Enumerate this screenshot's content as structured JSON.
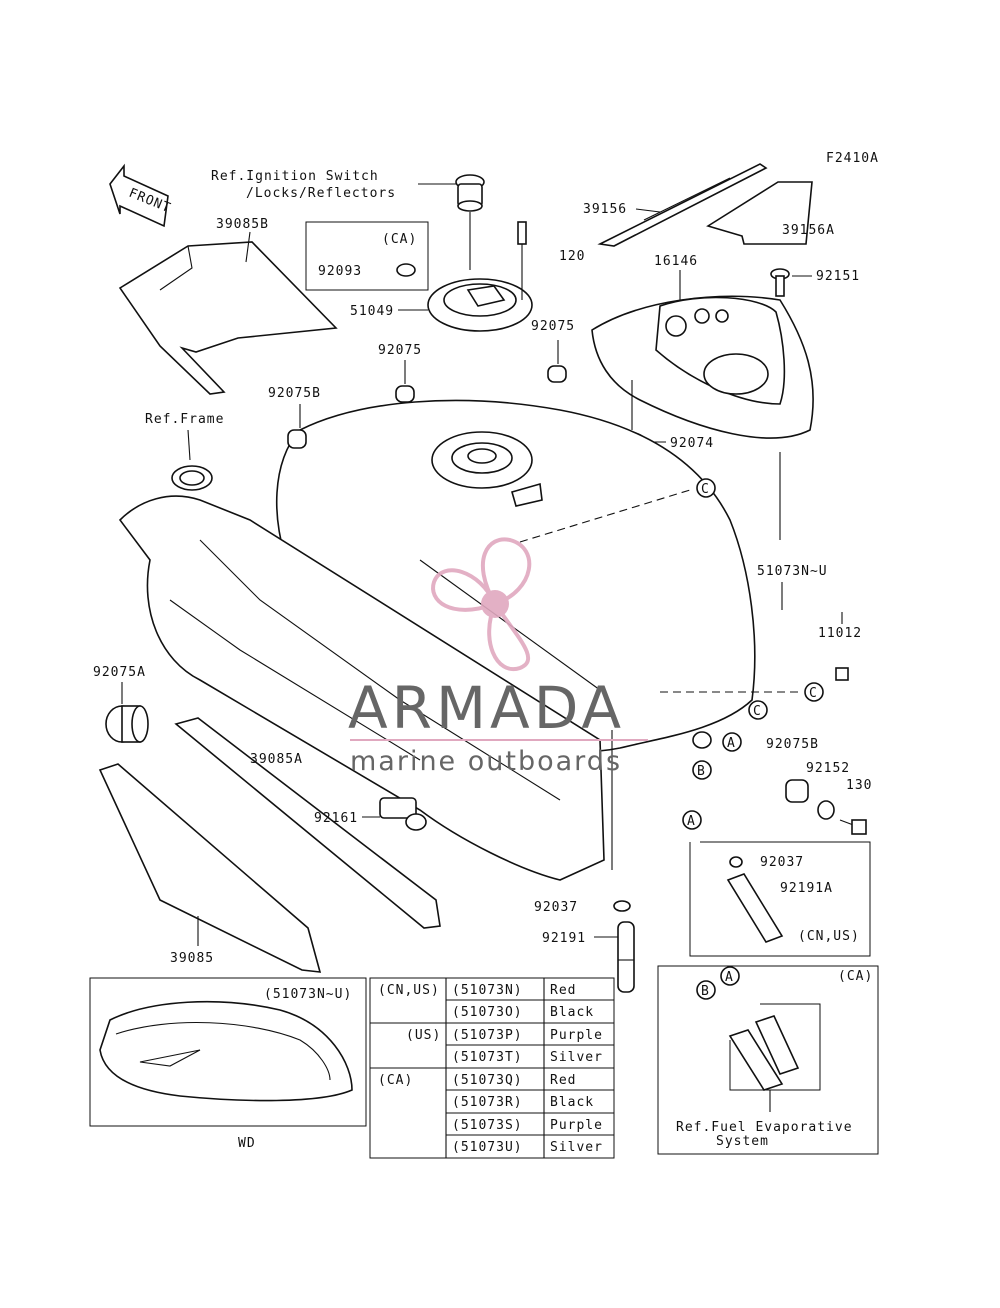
{
  "figure_code": "F2410A",
  "front_label": "FRONT",
  "refs": {
    "ignition": "Ref.Ignition Switch",
    "ignition2": "/Locks/Reflectors",
    "frame": "Ref.Frame",
    "fuel_evap1": "Ref.Fuel Evaporative",
    "fuel_evap2": "System"
  },
  "parts": {
    "p39085B": "39085B",
    "p92093": "92093",
    "ca_box": "(CA)",
    "p51049": "51049",
    "p39156": "39156",
    "p120": "120",
    "p39156A": "39156A",
    "p16146": "16146",
    "p92151": "92151",
    "p92075_top": "92075",
    "p92075_left": "92075",
    "p92075B_left": "92075B",
    "p92074": "92074",
    "p51073NU": "51073N~U",
    "p11012": "11012",
    "p92075A": "92075A",
    "p39085A": "39085A",
    "p92075B_right": "92075B",
    "p92152": "92152",
    "p130": "130",
    "p92161": "92161",
    "p92037_mid": "92037",
    "p92191": "92191",
    "p39085": "39085",
    "p92037_box": "92037",
    "p92191A": "92191A",
    "cn_us": "(CN,US)",
    "ca_evap": "(CA)"
  },
  "callouts": {
    "A": "A",
    "B": "B",
    "C": "C"
  },
  "inset": {
    "variant": "(51073N~U)",
    "caption": "WD"
  },
  "color_table": [
    {
      "region": "(CN,US)",
      "code": "(51073N)",
      "color": "Red"
    },
    {
      "region": "",
      "code": "(51073O)",
      "color": "Black"
    },
    {
      "region": "(US)",
      "code": "(51073P)",
      "color": "Purple"
    },
    {
      "region": "",
      "code": "(51073T)",
      "color": "Silver"
    },
    {
      "region": "(CA)",
      "code": "(51073Q)",
      "color": "Red"
    },
    {
      "region": "",
      "code": "(51073R)",
      "color": "Black"
    },
    {
      "region": "",
      "code": "(51073S)",
      "color": "Purple"
    },
    {
      "region": "",
      "code": "(51073U)",
      "color": "Silver"
    }
  ],
  "watermark": {
    "brand": "ARMADA",
    "tagline": "marine outboards",
    "logo_color": "#e0a8bf"
  }
}
